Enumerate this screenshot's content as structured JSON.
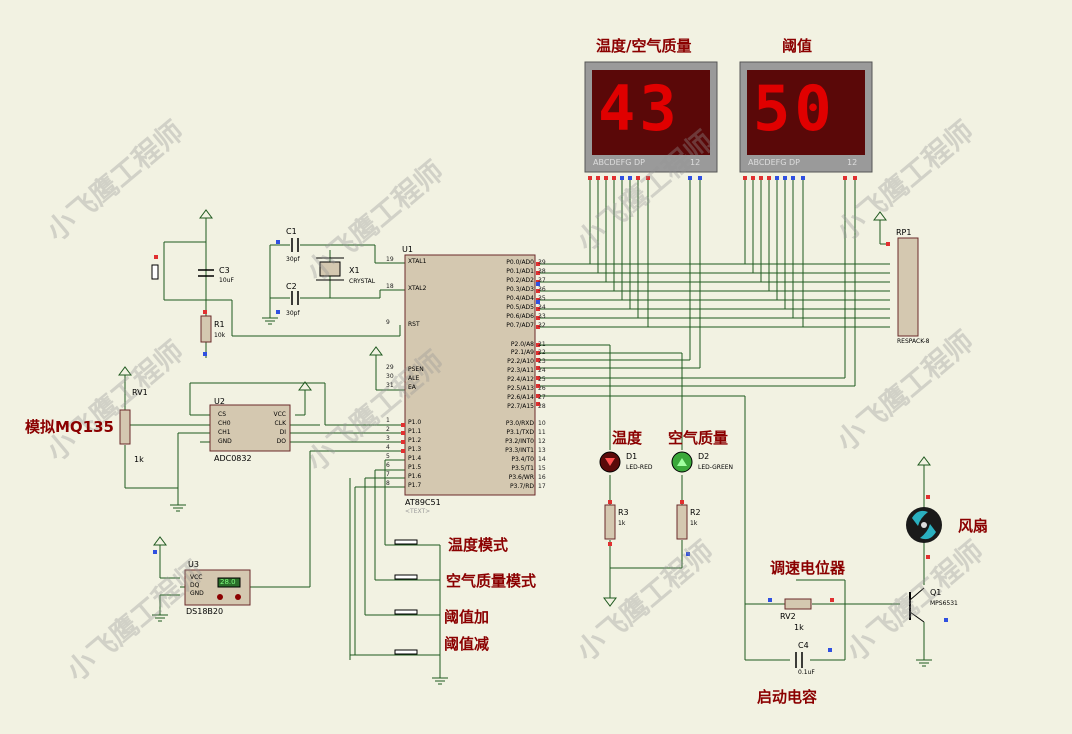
{
  "watermark": "小飞鹰工程师",
  "displays": {
    "left": {
      "title": "温度/空气质量",
      "value": "43",
      "pins": "ABCDEFG  DP",
      "common": "12"
    },
    "right": {
      "title": "阈值",
      "value": "50",
      "pins": "ABCDEFG  DP",
      "common": "12"
    }
  },
  "labels": {
    "mq135": "模拟MQ135",
    "temp_led": "温度",
    "air_led": "空气质量",
    "fan": "风扇",
    "speed_pot": "调速电位器",
    "start_cap": "启动电容",
    "btn_temp": "温度模式",
    "btn_air": "空气质量模式",
    "btn_add": "阈值加",
    "btn_sub": "阈值减"
  },
  "parts": {
    "u1": {
      "ref": "U1",
      "name": "AT89C51"
    },
    "u2": {
      "ref": "U2",
      "name": "ADC0832"
    },
    "u3": {
      "ref": "U3",
      "name": "DS18B20",
      "reading": "28.0"
    },
    "rv1": {
      "ref": "RV1",
      "value": "1k"
    },
    "rv2": {
      "ref": "RV2",
      "value": "1k"
    },
    "rp1": {
      "ref": "RP1",
      "name": "RESPACK-8"
    },
    "c1": {
      "ref": "C1",
      "value": "30pf"
    },
    "c2": {
      "ref": "C2",
      "value": "30pf"
    },
    "c3": {
      "ref": "C3",
      "value": "10uF"
    },
    "c4": {
      "ref": "C4",
      "value": "0.1uF"
    },
    "x1": {
      "ref": "X1",
      "name": "CRYSTAL"
    },
    "r1": {
      "ref": "R1",
      "value": "10k"
    },
    "r2": {
      "ref": "R2",
      "value": "1k"
    },
    "r3": {
      "ref": "R3",
      "value": "1k"
    },
    "d1": {
      "ref": "D1",
      "name": "LED-RED"
    },
    "d2": {
      "ref": "D2",
      "name": "LED-GREEN"
    },
    "q1": {
      "ref": "Q1",
      "name": "MPS6531"
    }
  },
  "text_placeholder": "<TEXT>",
  "u1_left_pins": [
    "XTAL1",
    "XTAL2",
    "RST",
    "PSEN",
    "ALE",
    "EA",
    "P1.0",
    "P1.1",
    "P1.2",
    "P1.3",
    "P1.4",
    "P1.5",
    "P1.6",
    "P1.7"
  ],
  "u1_right_pins": [
    "P0.0/AD0",
    "P0.1/AD1",
    "P0.2/AD2",
    "P0.3/AD3",
    "P0.4/AD4",
    "P0.5/AD5",
    "P0.6/AD6",
    "P0.7/AD7",
    "P2.0/A8",
    "P2.1/A9",
    "P2.2/A10",
    "P2.3/A11",
    "P2.4/A12",
    "P2.5/A13",
    "P2.6/A14",
    "P2.7/A15",
    "P3.0/RXD",
    "P3.1/TXD",
    "P3.2/INT0",
    "P3.3/INT1",
    "P3.4/T0",
    "P3.5/T1",
    "P3.6/WR",
    "P3.7/RD"
  ],
  "u1_right_nums": [
    "39",
    "38",
    "37",
    "36",
    "35",
    "34",
    "33",
    "32",
    "21",
    "22",
    "23",
    "24",
    "25",
    "26",
    "27",
    "28",
    "10",
    "11",
    "12",
    "13",
    "14",
    "15",
    "16",
    "17"
  ],
  "u1_left_nums": [
    "19",
    "18",
    "9",
    "29",
    "30",
    "31",
    "1",
    "2",
    "3",
    "4",
    "5",
    "6",
    "7",
    "8"
  ],
  "u2_pins_left": [
    "CS",
    "CH0",
    "CH1",
    "GND"
  ],
  "u2_pins_right": [
    "VCC",
    "CLK",
    "DI",
    "DO"
  ],
  "u3_pins": [
    "VCC",
    "DQ",
    "GND"
  ],
  "colors": {
    "wire": "#2a6e2a",
    "chip": "#d4c4a8",
    "led_red": "#8b0000",
    "led_green": "#2e9a2e",
    "digit": "#e00000"
  }
}
